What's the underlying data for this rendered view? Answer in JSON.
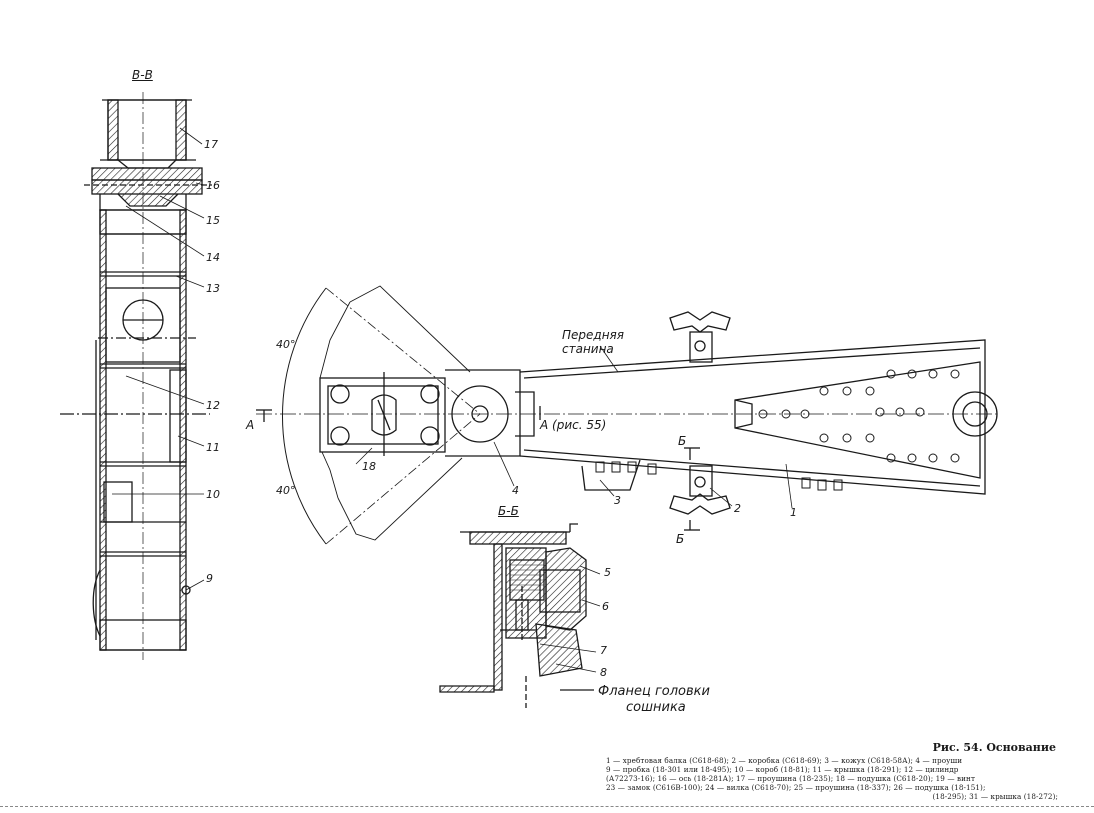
{
  "figure": {
    "title": "Рис. 54. Основание",
    "legend_lines": [
      "1 — хребтовая балка (С618-68); 2 — коробка (С618-69); 3 — кожух (С618-58А); 4 — проуши",
      "9 — пробка (18-301 или 18-495); 10 — короб (18-81); 11 — крышка (18-291); 12 — цилиндр",
      "(А72273-16); 16 — ось (18-281А); 17 — проушина (18-235); 18 — подушка (С618-20); 19 — винт",
      "23 — замок (С616В-100); 24 — вилка (С618-70); 25 — проушина (18-337); 26 — подушка (18-151);",
      "(18-295); 31 — крышка (18-272);"
    ]
  },
  "section_titles": {
    "vv": "В-В",
    "bb": "Б-Б"
  },
  "annotations": {
    "front_frame_line1": "Передняя",
    "front_frame_line2": "станина",
    "flange_line1": "Фланец головки",
    "flange_line2": "сошника",
    "angle_top": "40°",
    "angle_bottom": "40°",
    "section_a_left": "А",
    "section_a_right": "А (рис. 55)",
    "section_b_top": "Б",
    "section_b_bottom": "Б"
  },
  "callouts": {
    "n17": "17",
    "n16": "16",
    "n15": "15",
    "n14": "14",
    "n13": "13",
    "n12": "12",
    "n11": "11",
    "n10": "10",
    "n9": "9",
    "n18": "18",
    "n4": "4",
    "n3": "3",
    "n2": "2",
    "n1": "1",
    "n5": "5",
    "n6": "6",
    "n7": "7",
    "n8": "8"
  }
}
